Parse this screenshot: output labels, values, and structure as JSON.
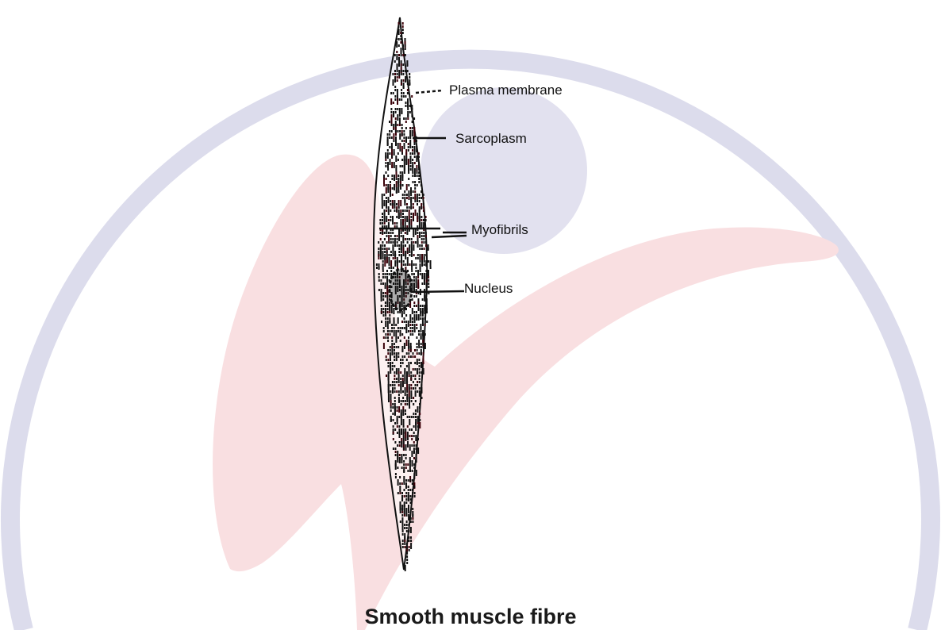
{
  "diagram": {
    "caption": "Smooth muscle fibre",
    "labels": {
      "plasma_membrane": "Plasma membrane",
      "sarcoplasm": "Sarcoplasm",
      "myofibrils": "Myofibrils",
      "nucleus": "Nucleus"
    }
  },
  "colors": {
    "watermark_ring": "#dcdcec",
    "watermark_disc": "#e2e1ef",
    "watermark_swoosh": "#f9dfe1",
    "fibre": "#111111",
    "text": "#111111"
  },
  "icons": [
    "watermark-logo"
  ]
}
